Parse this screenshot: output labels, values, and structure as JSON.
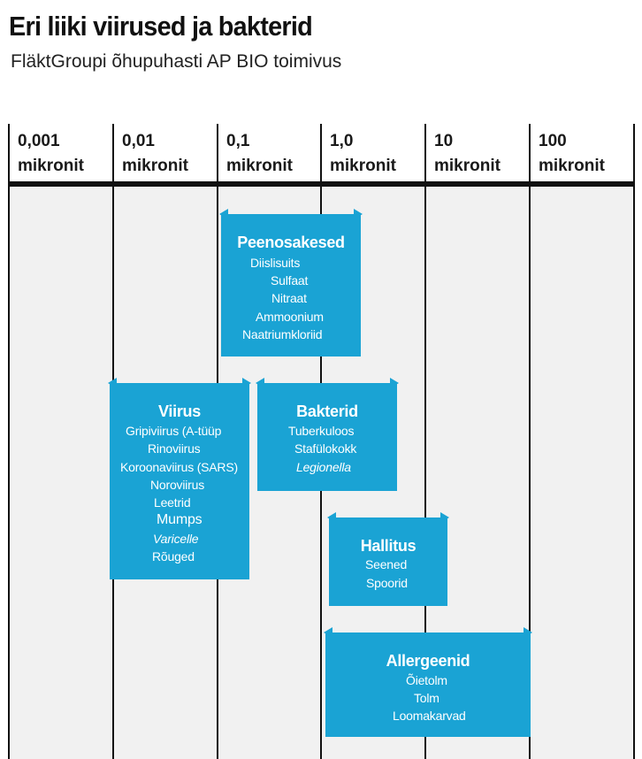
{
  "header": {
    "title": "Eri liiki viirused ja bakterid",
    "subtitle": "FläktGroupi õhupuhasti AP BIO toimivus"
  },
  "columns": [
    {
      "value": "0,001",
      "unit": "mikronit"
    },
    {
      "value": "0,01",
      "unit": "mikronit"
    },
    {
      "value": "0,1",
      "unit": "mikronit"
    },
    {
      "value": "1,0",
      "unit": "mikronit"
    },
    {
      "value": "10",
      "unit": "mikronit"
    },
    {
      "value": "100",
      "unit": "mikronit"
    }
  ],
  "categories": {
    "peenosakesed": {
      "title": "Peenosakesed",
      "items": [
        "Diislisuits",
        "Sulfaat",
        "Nitraat",
        "Ammoonium",
        "Naatriumkloriid"
      ]
    },
    "viirus": {
      "title": "Viirus",
      "items": [
        "Gripiviirus (A-tüüp",
        "Rinoviirus",
        "Koroonaviirus (SARS)",
        "Noroviirus",
        "Leetrid",
        "Mumps",
        "Varicelle",
        "Rõuged"
      ]
    },
    "bakterid": {
      "title": "Bakterid",
      "items": [
        "Tuberkuloos",
        "Stafülokokk",
        "Legionella"
      ]
    },
    "hallitus": {
      "title": "Hallitus",
      "items": [
        "Seened",
        "Spoorid"
      ]
    },
    "allergeenid": {
      "title": "Allergeenid",
      "items": [
        "Õietolm",
        "Tolm",
        "Loomakarvad"
      ]
    }
  },
  "colors": {
    "box_fill": "#1aa3d4",
    "grid_bg": "#f1f1f1",
    "lines": "#111111"
  }
}
